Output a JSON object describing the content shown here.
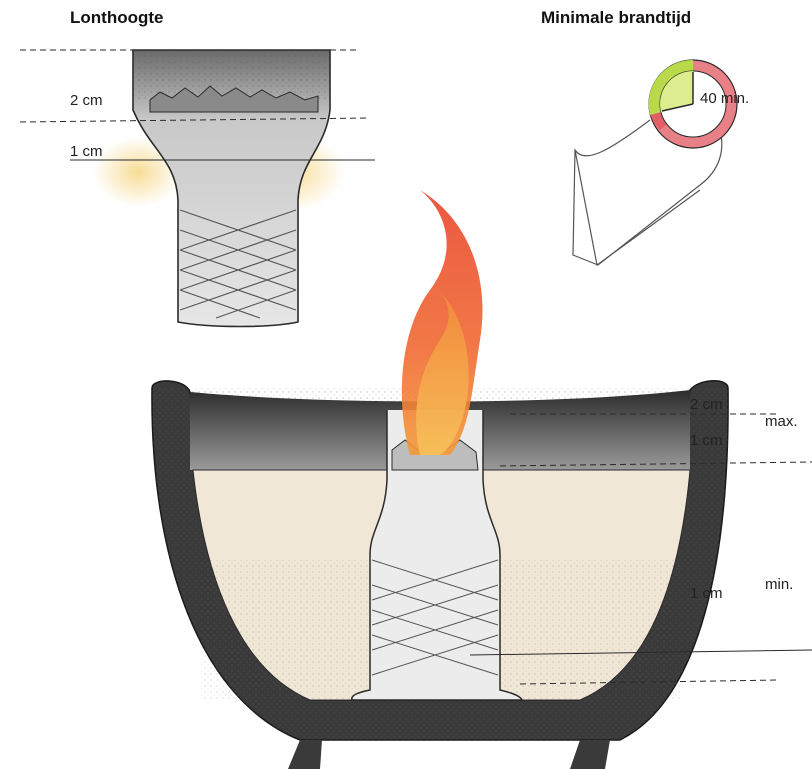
{
  "headings": {
    "wick_height": "Lonthoogte",
    "min_burn_time": "Minimale brandtijd"
  },
  "detail": {
    "label_top": "2 cm",
    "label_bottom": "1 cm"
  },
  "timer": {
    "label": "40 min.",
    "icon": "clock-icon"
  },
  "bowl": {
    "label_wick_top": "2 cm",
    "label_wick_bottom": "1 cm",
    "label_max": "max.",
    "label_fill": "1 cm",
    "label_min": "min."
  },
  "colors": {
    "ink": "#2a2a2a",
    "bowl_dark": "#3a3a3a",
    "wax": "#f1e7d6",
    "flame_red": "#e8452c",
    "flame_orange": "#f59a3a",
    "clock_green": "#b8d94a",
    "clock_red": "#e0505a",
    "glow": "#f7d98a"
  }
}
